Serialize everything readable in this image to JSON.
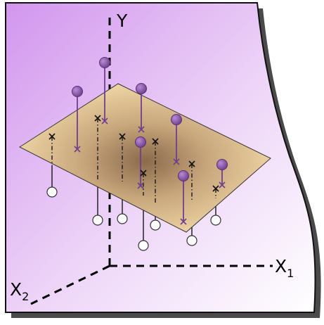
{
  "axes": {
    "y_label": "Y",
    "x1_label_main": "X",
    "x1_label_sub": "1",
    "x2_label_main": "X",
    "x2_label_sub": "2"
  },
  "colors": {
    "panel_gradient_start": "#d296ee",
    "panel_gradient_end": "#ffffff",
    "plane_light": "#f2d9a8",
    "plane_dark": "#8a6a4a",
    "point_above": "#8b5aa8",
    "point_below": "#ffffff",
    "axis": "#000000"
  }
}
